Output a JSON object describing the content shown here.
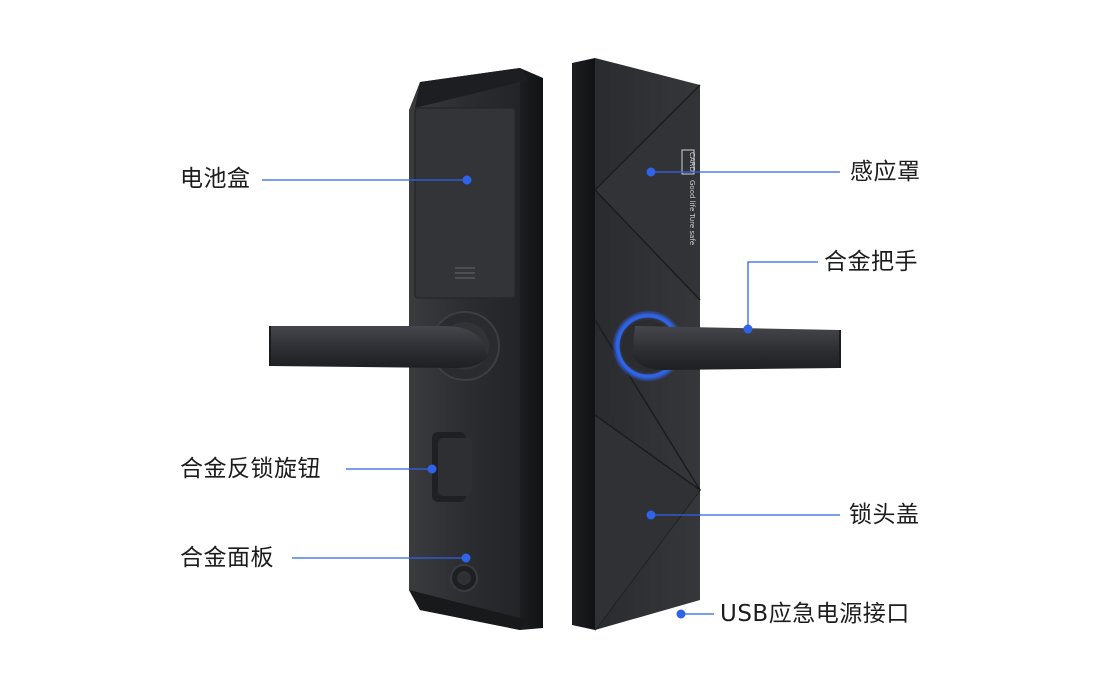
{
  "diagram": {
    "accent_color": "#2f63e8",
    "lock_color": "#2a2b2e",
    "card_text": "CARD",
    "tagline": "Good life  Ture safe",
    "callouts": [
      {
        "id": "battery-box",
        "label": "电池盒"
      },
      {
        "id": "sensor-cover",
        "label": "感应罩"
      },
      {
        "id": "alloy-handle",
        "label": "合金把手"
      },
      {
        "id": "anti-lock-knob",
        "label": "合金反锁旋钮"
      },
      {
        "id": "lock-head-cover",
        "label": "锁头盖"
      },
      {
        "id": "alloy-panel",
        "label": "合金面板"
      },
      {
        "id": "usb-port",
        "label": "USB应急电源接口"
      }
    ]
  }
}
